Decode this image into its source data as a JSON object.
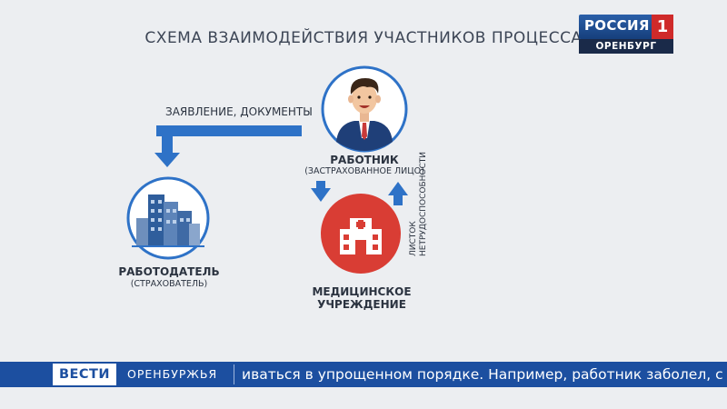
{
  "diagram": {
    "title": "СХЕМА ВЗАИМОДЕЙСТВИЯ УЧАСТНИКОВ ПРОЦЕССА",
    "flow_label_top": "ЗАЯВЛЕНИЕ, ДОКУМЕНТЫ",
    "flow_label_vertical": [
      "ЛИСТОК",
      "НЕТРУДОСПОСОБНОСТИ"
    ],
    "nodes": {
      "worker": {
        "name": "РАБОТНИК",
        "sub": "(ЗАСТРАХОВАННОЕ ЛИЦО)"
      },
      "employer": {
        "name": "РАБОТОДАТЕЛЬ",
        "sub": "(СТРАХОВАТЕЛЬ)"
      },
      "clinic": {
        "name": "МЕДИЦИНСКОЕ УЧРЕЖДЕНИЕ"
      }
    },
    "colors": {
      "arrow": "#2e72c7",
      "clinic": "#d93d34",
      "title": "#3d4656"
    }
  },
  "channel_logo": {
    "name": "РОССИЯ",
    "number": "1",
    "city": "ОРЕНБУРГ"
  },
  "ticker": {
    "brand": "ВЕСТИ",
    "region": "ОРЕНБУРЖЬЯ",
    "text": "иваться в упрощенном порядке. Например, работник заболел, с"
  }
}
